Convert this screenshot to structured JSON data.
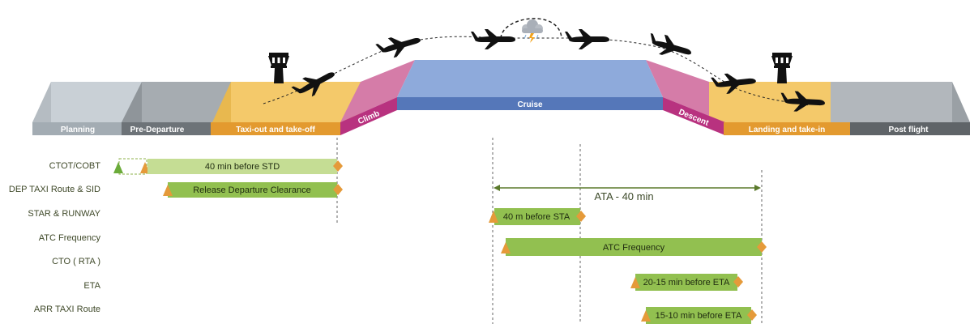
{
  "phases": {
    "planning": "Planning",
    "pre_departure": "Pre-Departure",
    "taxi_out": "Taxi-out and take-off",
    "climb": "Climb",
    "cruise": "Cruise",
    "descent": "Descent",
    "landing": "Landing and take-in",
    "post_flight": "Post flight"
  },
  "rows": [
    {
      "label": "CTOT/COBT"
    },
    {
      "label": "DEP TAXI Route & SID"
    },
    {
      "label": "STAR  & RUNWAY"
    },
    {
      "label": "ATC Frequency"
    },
    {
      "label": "CTO ( RTA )"
    },
    {
      "label": "ETA"
    },
    {
      "label": "ARR TAXI Route"
    }
  ],
  "bars": {
    "ctot": "40 min before STD",
    "dep_taxi": "Release Departure Clearance",
    "star": "40 m before STA",
    "atc": "ATC Frequency",
    "eta": "20-15 min before ETA",
    "arr_taxi": "15-10 min before ETA"
  },
  "span_label": "ATA - 40 min",
  "colors": {
    "planning": "#c9d0d6",
    "pre_departure": "#a6acb1",
    "taxi": "#f4c96a",
    "climb_descent": "#d57ca8",
    "cruise": "#8eaadb",
    "post_flight": "#a6acb1",
    "bar_green": "#92c050",
    "bar_light_green": "#c5dd94",
    "orange_marker": "#e59a3a",
    "green_marker": "#6bab3a"
  }
}
